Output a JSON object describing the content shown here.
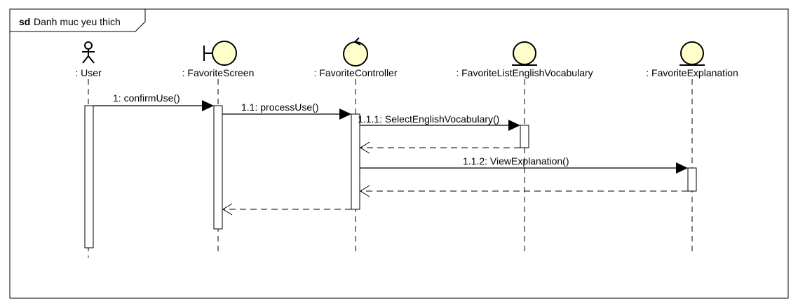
{
  "frame": {
    "keyword": "sd",
    "title": "Danh muc yeu thich"
  },
  "lifelines": [
    {
      "id": "user",
      "label": ": User",
      "kind": "actor"
    },
    {
      "id": "screen",
      "label": ": FavoriteScreen",
      "kind": "boundary"
    },
    {
      "id": "controller",
      "label": ": FavoriteController",
      "kind": "control"
    },
    {
      "id": "list",
      "label": ": FavoriteListEnglishVocabulary",
      "kind": "entity"
    },
    {
      "id": "explanation",
      "label": ": FavoriteExplanation",
      "kind": "entity"
    }
  ],
  "messages": [
    {
      "id": "m1",
      "label": "1: confirmUse()",
      "type": "sync"
    },
    {
      "id": "m2",
      "label": "1.1: processUse()",
      "type": "sync"
    },
    {
      "id": "m3",
      "label": "1.1.1: SelectEnglishVocabulary()",
      "type": "sync"
    },
    {
      "id": "m4",
      "label": "",
      "type": "return"
    },
    {
      "id": "m5",
      "label": "1.1.2: ViewExplanation()",
      "type": "sync"
    },
    {
      "id": "m6",
      "label": "",
      "type": "return"
    },
    {
      "id": "m7",
      "label": "",
      "type": "return"
    }
  ]
}
